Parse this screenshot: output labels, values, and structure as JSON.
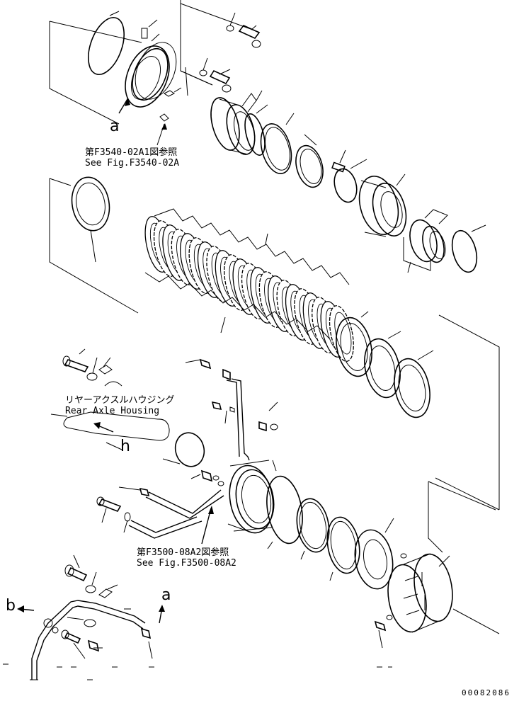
{
  "references": {
    "ref1_jp": "第F3540-02A1図参照",
    "ref1_en": "See Fig.F3540-02A",
    "housing_jp": "リヤーアクスルハウジング",
    "housing_en": "Rear Axle Housing",
    "ref2_jp": "第F3500-08A2図参照",
    "ref2_en": "See Fig.F3500-08A2"
  },
  "markers": {
    "a_top": "a",
    "h": "h",
    "b": "b",
    "a_bottom": "a"
  },
  "document_number": "00082086"
}
